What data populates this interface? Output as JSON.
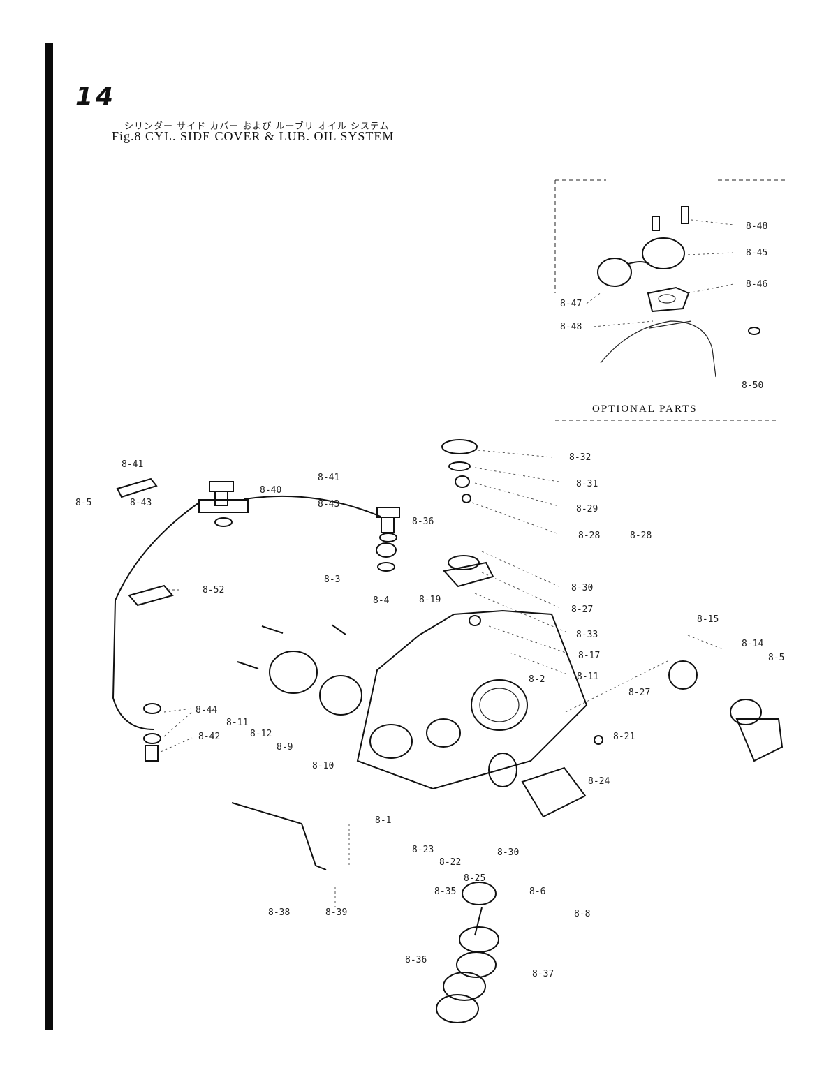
{
  "page": {
    "number": "14",
    "title_jp": "シリンダー サイド カバー および ルーブリ オイル システム",
    "title_en": "Fig.8   CYL. SIDE COVER & LUB. OIL SYSTEM"
  },
  "optional_parts": {
    "label": "OPTIONAL PARTS",
    "callouts": [
      "8-48",
      "8-45",
      "8-46",
      "8-47",
      "8-48",
      "8-50"
    ]
  },
  "callouts": [
    "8-41",
    "8-5",
    "8-43",
    "8-40",
    "8-41",
    "8-43",
    "8-36",
    "8-32",
    "8-31",
    "8-29",
    "8-28",
    "8-28",
    "8-30",
    "8-27",
    "8-52",
    "8-3",
    "8-4",
    "8-19",
    "8-33",
    "8-17",
    "8-15",
    "8-14",
    "8-5",
    "8-11",
    "8-27",
    "8-2",
    "8-21",
    "8-44",
    "8-11",
    "8-12",
    "8-42",
    "8-9",
    "8-10",
    "8-24",
    "8-1",
    "8-23",
    "8-22",
    "8-30",
    "8-25",
    "8-35",
    "8-6",
    "8-8",
    "8-38",
    "8-39",
    "8-36",
    "8-37"
  ]
}
